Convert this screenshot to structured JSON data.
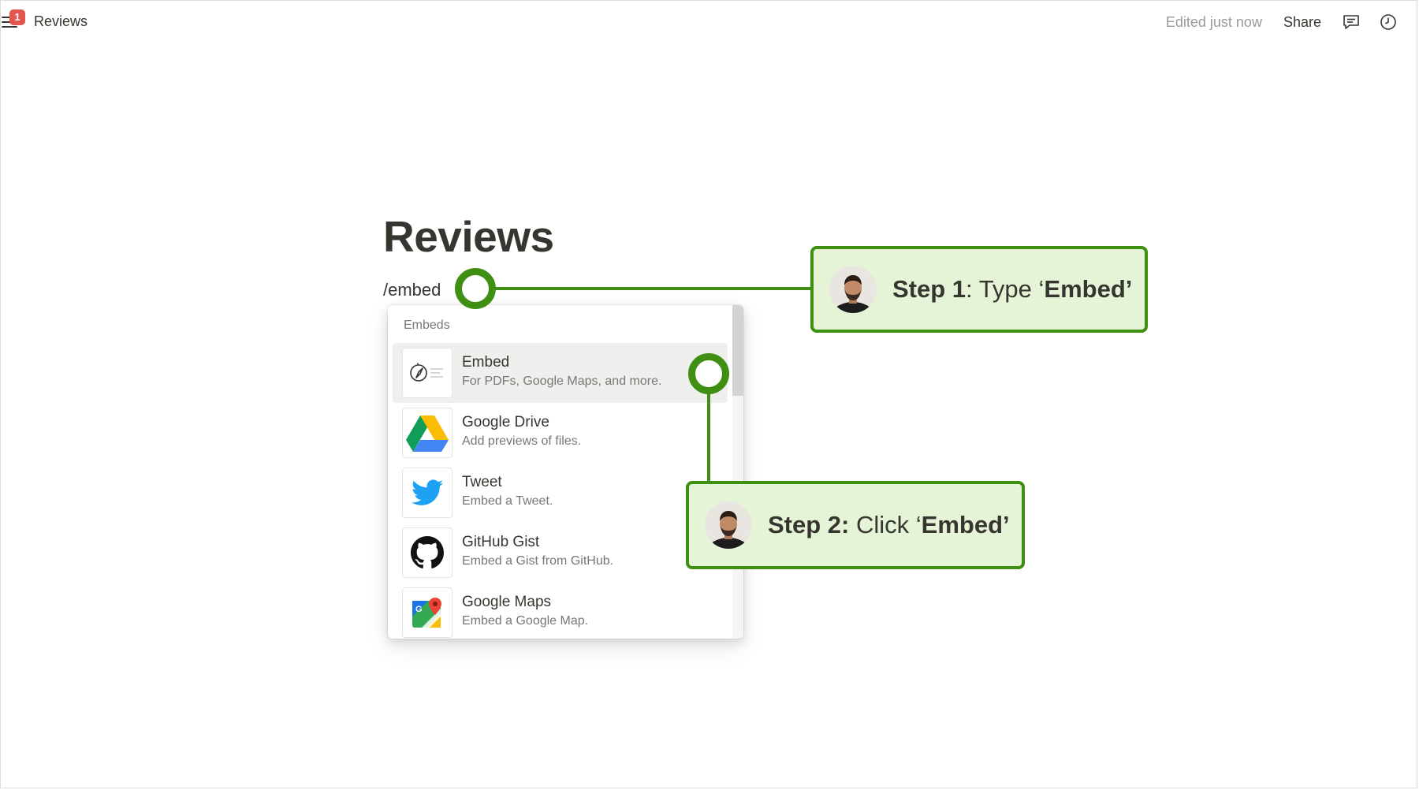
{
  "topbar": {
    "badge_count": "1",
    "page_name": "Reviews",
    "edited_status": "Edited just now",
    "share_label": "Share",
    "icons": [
      "hamburger-menu-icon",
      "comment-icon",
      "clock-history-icon"
    ]
  },
  "page": {
    "title": "Reviews",
    "command_text": "/embed"
  },
  "menu": {
    "section_label": "Embeds",
    "items": [
      {
        "title": "Embed",
        "subtitle": "For PDFs, Google Maps, and more.",
        "icon": "compass-embed-icon",
        "selected": true
      },
      {
        "title": "Google Drive",
        "subtitle": "Add previews of files.",
        "icon": "google-drive-icon"
      },
      {
        "title": "Tweet",
        "subtitle": "Embed a Tweet.",
        "icon": "twitter-bird-icon"
      },
      {
        "title": "GitHub Gist",
        "subtitle": "Embed a Gist from GitHub.",
        "icon": "github-octocat-icon"
      },
      {
        "title": "Google Maps",
        "subtitle": "Embed a Google Map.",
        "icon": "google-maps-icon"
      }
    ]
  },
  "callouts": [
    {
      "step": "Step 1",
      "sep": ": ",
      "action": "Type ‘",
      "target": "Embed",
      "close": "’"
    },
    {
      "step": "Step 2:",
      "sep": " ",
      "action": "Click ‘",
      "target": "Embed",
      "close": "’"
    }
  ],
  "colors": {
    "annotation_green": "#3e8f12",
    "callout_bg": "#e5f3d6",
    "badge_red": "#e3564d",
    "text": "#37352f",
    "muted": "#787774",
    "selected_row": "#efefee"
  }
}
